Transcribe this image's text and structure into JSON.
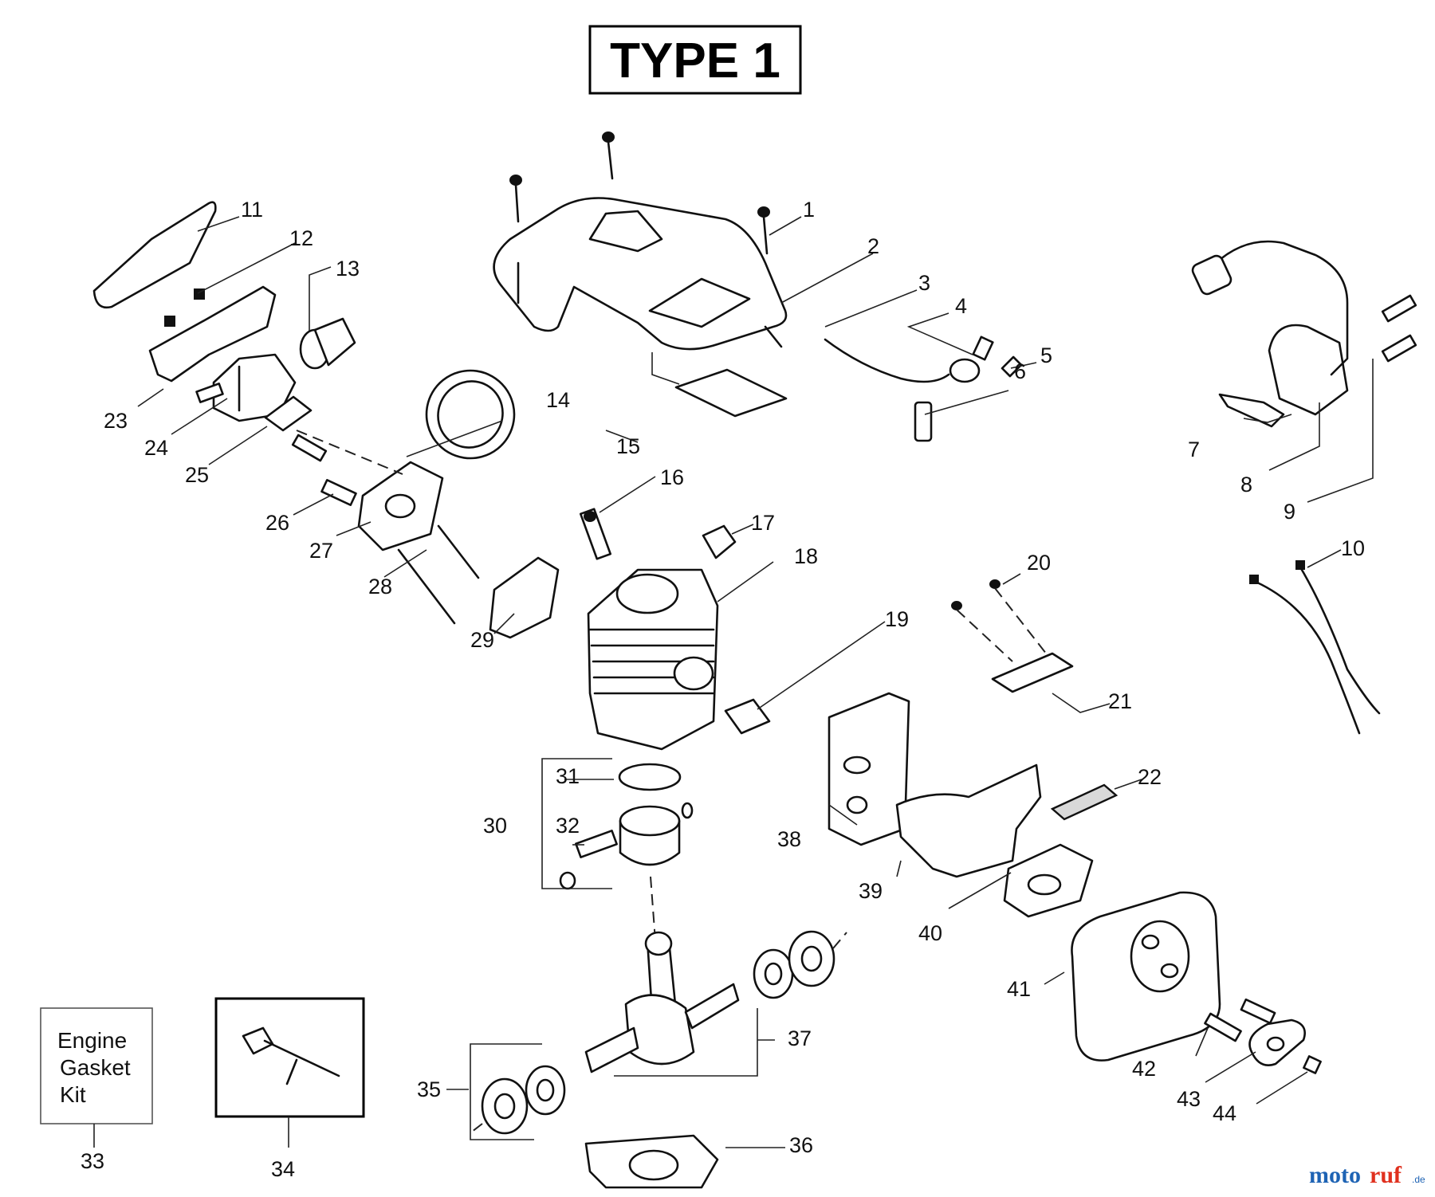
{
  "title": "TYPE 1",
  "kit_box": {
    "lines": [
      "Engine",
      "Gasket",
      "Kit"
    ]
  },
  "callouts": [
    "1",
    "2",
    "3",
    "4",
    "5",
    "6",
    "7",
    "8",
    "9",
    "10",
    "11",
    "12",
    "13",
    "14",
    "15",
    "16",
    "17",
    "18",
    "19",
    "20",
    "21",
    "22",
    "23",
    "24",
    "25",
    "26",
    "27",
    "28",
    "29",
    "30",
    "31",
    "32",
    "33",
    "34",
    "35",
    "36",
    "37",
    "38",
    "39",
    "40",
    "41",
    "42",
    "43",
    "44"
  ],
  "watermark": {
    "brand_part1": "moto",
    "brand_part2": "ruf",
    "suffix": ".de"
  },
  "colors": {
    "ink": "#111111",
    "watermark_blue": "#1e63b4",
    "watermark_red": "#e0301e"
  }
}
